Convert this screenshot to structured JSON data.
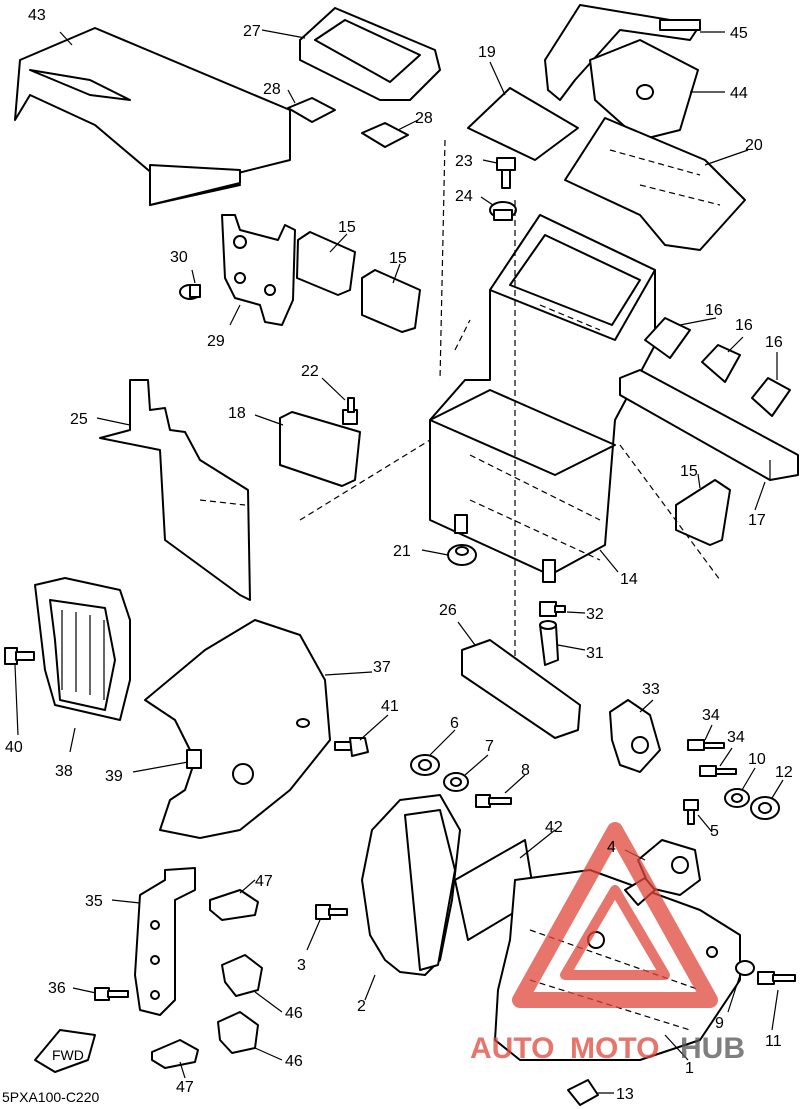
{
  "diagram": {
    "code": "5PXA100-C220",
    "fwd_label": "FWD",
    "watermark": {
      "part1": "AUTO",
      "part2": "MOTO",
      "part3": "HUB",
      "color_red": "#e0483a",
      "color_gray": "#555555"
    },
    "labels": {
      "l1": "1",
      "l2": "2",
      "l3": "3",
      "l4": "4",
      "l5": "5",
      "l6": "6",
      "l7": "7",
      "l8": "8",
      "l9": "9",
      "l10": "10",
      "l11": "11",
      "l12": "12",
      "l13": "13",
      "l14": "14",
      "l15a": "15",
      "l15b": "15",
      "l15c": "15",
      "l16a": "16",
      "l16b": "16",
      "l16c": "16",
      "l17": "17",
      "l18": "18",
      "l19": "19",
      "l20": "20",
      "l21": "21",
      "l22": "22",
      "l23": "23",
      "l24": "24",
      "l25": "25",
      "l26": "26",
      "l27": "27",
      "l28a": "28",
      "l28b": "28",
      "l29": "29",
      "l30": "30",
      "l31": "31",
      "l32": "32",
      "l33": "33",
      "l34a": "34",
      "l34b": "34",
      "l35": "35",
      "l36": "36",
      "l37": "37",
      "l38": "38",
      "l39": "39",
      "l40": "40",
      "l41": "41",
      "l42": "42",
      "l43": "43",
      "l44": "44",
      "l45": "45",
      "l46a": "46",
      "l46b": "46",
      "l47a": "47",
      "l47b": "47"
    }
  }
}
